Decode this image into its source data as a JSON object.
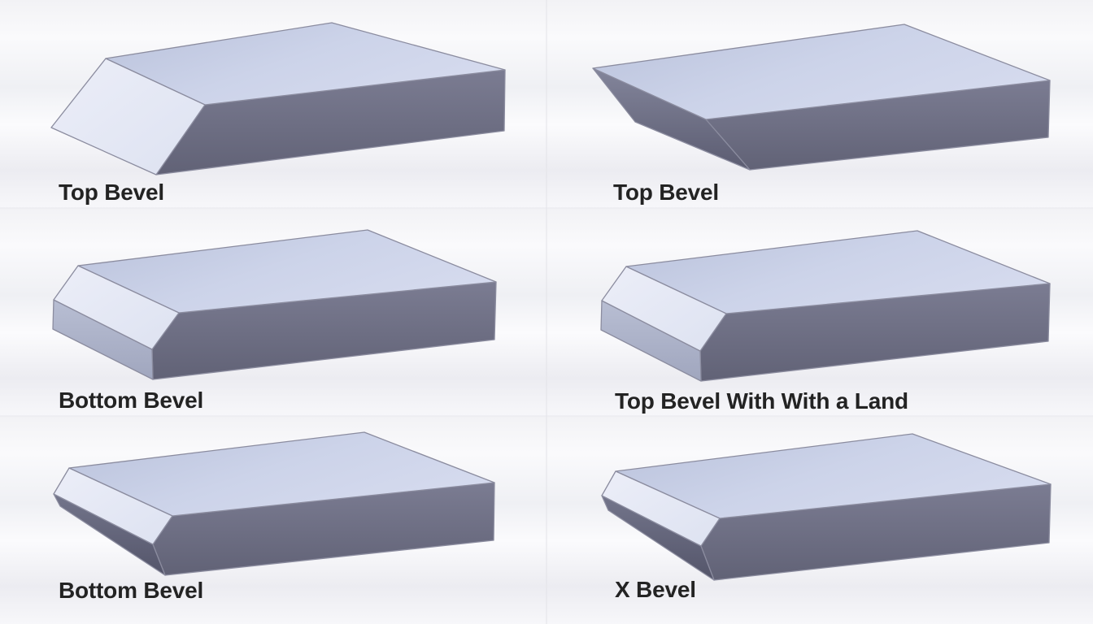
{
  "figure": {
    "kind": "cad-bevel-types-diagram",
    "grid": "2x3"
  },
  "panels": [
    {
      "id": "panel-1",
      "bevel_type": "top-bevel",
      "label": "Top Bevel"
    },
    {
      "id": "panel-2",
      "bevel_type": "top-bevel-sharp",
      "label": "Top Bevel"
    },
    {
      "id": "panel-3",
      "bevel_type": "bottom-bevel",
      "label": "Bottom Bevel"
    },
    {
      "id": "panel-4",
      "bevel_type": "top-bevel-with-land",
      "label": "Top Bevel With With a Land"
    },
    {
      "id": "panel-5",
      "bevel_type": "bottom-bevel",
      "label": "Bottom Bevel"
    },
    {
      "id": "panel-6",
      "bevel_type": "x-bevel",
      "label": "X Bevel"
    }
  ],
  "colors": {
    "background": "#f5f5f8",
    "top_face": "#ccd3e9",
    "bevel_face_light": "#e4e8f5",
    "land_face": "#aeb4cb",
    "front_face": "#6a6b81",
    "lower_bevel_face": "#61627a",
    "edge_stroke": "#8b8c9f",
    "label_text": "#232323"
  }
}
